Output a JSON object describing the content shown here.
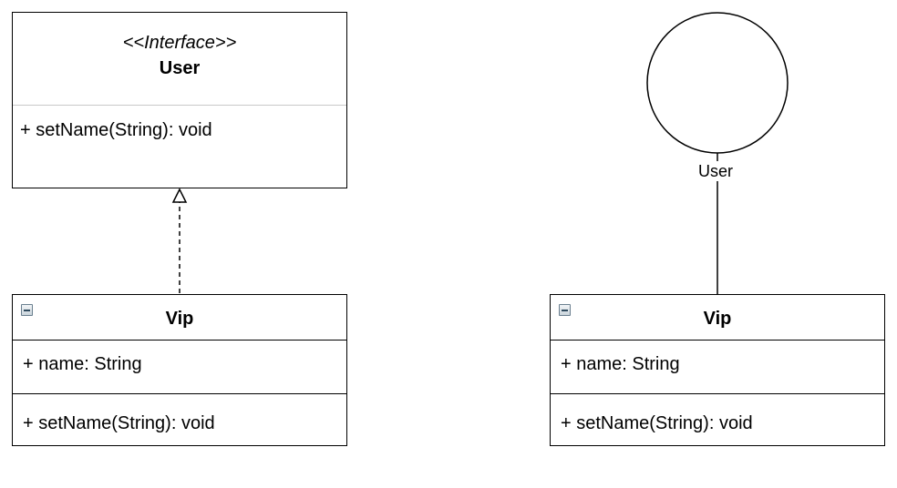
{
  "interface_box": {
    "stereotype": "<<Interface>>",
    "name": "User",
    "operation": "+ setName(String): void"
  },
  "class_left": {
    "name": "Vip",
    "attribute": "+ name: String",
    "operation": "+ setName(String): void"
  },
  "class_right": {
    "name": "Vip",
    "attribute": "+ name: String",
    "operation": "+ setName(String): void"
  },
  "lollipop": {
    "label": "User"
  },
  "colors": {
    "line": "#000000",
    "separator": "#c9c9c9",
    "background": "#ffffff"
  },
  "icons": [
    "collapse-icon"
  ]
}
